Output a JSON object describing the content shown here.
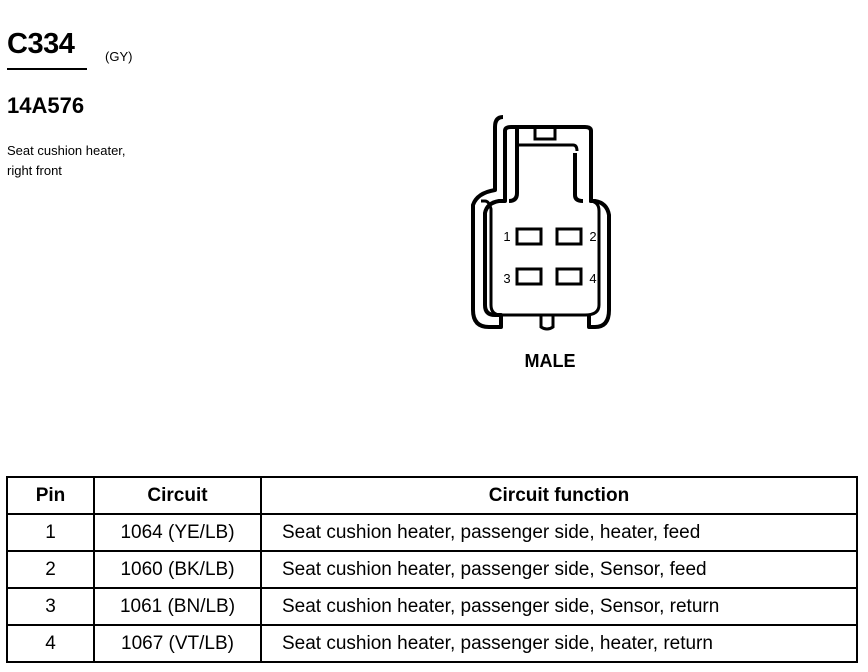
{
  "connector": {
    "id": "C334",
    "color": "(GY)",
    "part_number": "14A576",
    "description_line1": "Seat cushion heater,",
    "description_line2": "right front",
    "view": "MALE",
    "pin_labels": [
      "1",
      "2",
      "3",
      "4"
    ]
  },
  "table": {
    "headers": [
      "Pin",
      "Circuit",
      "Circuit function"
    ],
    "rows": [
      {
        "pin": "1",
        "circuit": "1064 (YE/LB)",
        "function": "Seat cushion heater, passenger side, heater, feed"
      },
      {
        "pin": "2",
        "circuit": "1060 (BK/LB)",
        "function": "Seat cushion heater, passenger side, Sensor, feed"
      },
      {
        "pin": "3",
        "circuit": "1061 (BN/LB)",
        "function": "Seat cushion heater, passenger side, Sensor, return"
      },
      {
        "pin": "4",
        "circuit": "1067 (VT/LB)",
        "function": "Seat cushion heater, passenger side, heater, return"
      }
    ]
  }
}
